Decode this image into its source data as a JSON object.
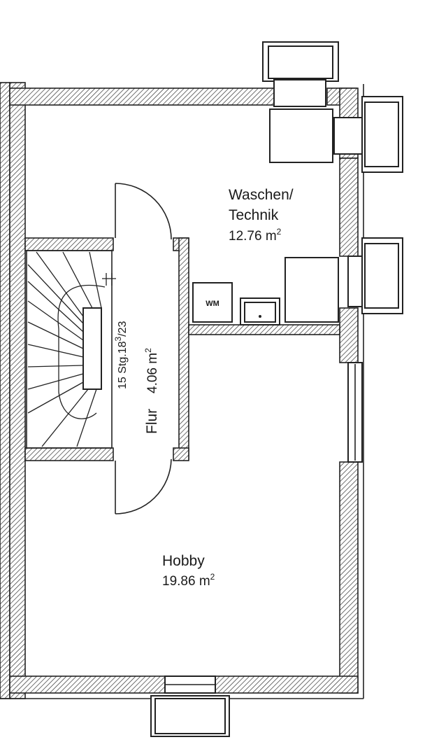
{
  "rooms": {
    "waschen": {
      "name_line1": "Waschen/",
      "name_line2": "Technik",
      "area_value": "12.76 m",
      "area_exp": "2"
    },
    "flur": {
      "name": "Flur",
      "area_value": "4.06 m",
      "area_exp": "2"
    },
    "hobby": {
      "name": "Hobby",
      "area_value": "19.86 m",
      "area_exp": "2"
    }
  },
  "stairs": {
    "label_prefix": "15 Stg.18",
    "label_sup": "3",
    "label_suffix": "/23"
  },
  "fixtures": {
    "washing_machine": "WM"
  }
}
